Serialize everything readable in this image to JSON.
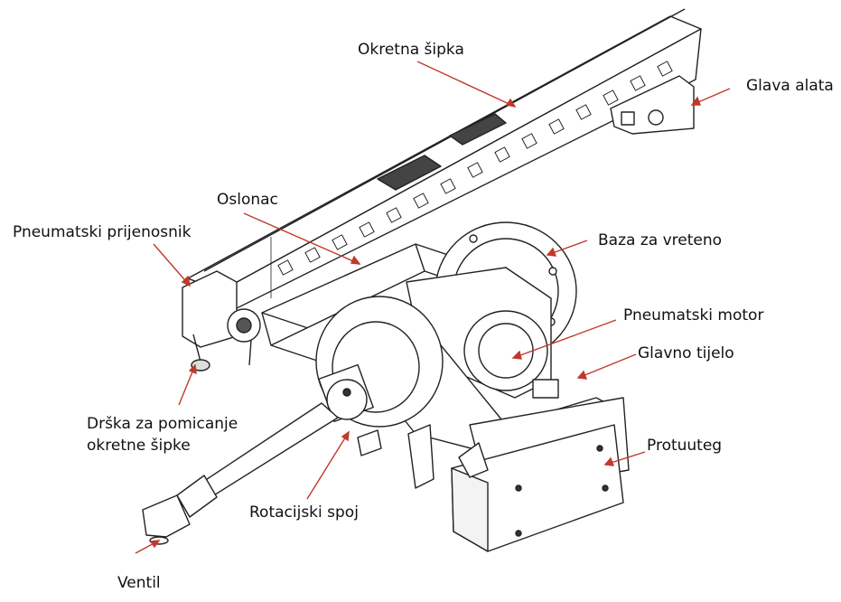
{
  "diagram": {
    "labels": {
      "okretna_sipka": "Okretna šipka",
      "glava_alata": "Glava alata",
      "oslonac": "Oslonac",
      "pneumatski_prijenosnik": "Pneumatski prijenosnik",
      "baza_za_vreteno": "Baza za vreteno",
      "pneumatski_motor": "Pneumatski motor",
      "glavno_tijelo": "Glavno tijelo",
      "drska_line1": "Drška za pomicanje",
      "drska_line2": "okretne šipke",
      "protuuteg": "Protuuteg",
      "rotacijski_spoj": "Rotacijski spoj",
      "ventil": "Ventil"
    },
    "colors": {
      "leader": "#c0392b",
      "outline": "#222222",
      "fill": "#ffffff",
      "dark": "#333333"
    }
  }
}
